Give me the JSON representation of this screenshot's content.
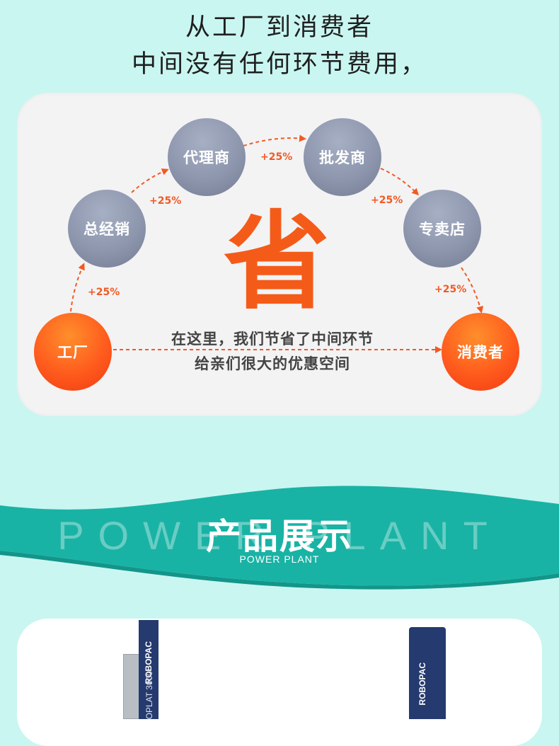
{
  "header": {
    "line1": "从工厂到消费者",
    "line2": "中间没有任何环节费用，"
  },
  "diagram": {
    "nodes": {
      "factory": "工厂",
      "distributor": "总经销",
      "agent": "代理商",
      "wholesaler": "批发商",
      "store": "专卖店",
      "consumer": "消费者"
    },
    "markup_label": "+25%",
    "save_char": "省",
    "message_line1": "在这里，我们节省了中间环节",
    "message_line2": "给亲们很大的优惠空间",
    "colors": {
      "arrow": "#f15a24",
      "node_gray": "#8d96ad",
      "node_orange": "#ff5b1d"
    }
  },
  "section": {
    "title": "产品展示",
    "ghost_text": "POWER PLANT",
    "subtitle": "POWER PLANT",
    "band_color": "#19b3a5"
  },
  "products": {
    "machine_a": {
      "brand": "ROBOPAC",
      "model": "OPLAT 3000"
    },
    "machine_b": {
      "brand": "ROBOPAC"
    }
  }
}
